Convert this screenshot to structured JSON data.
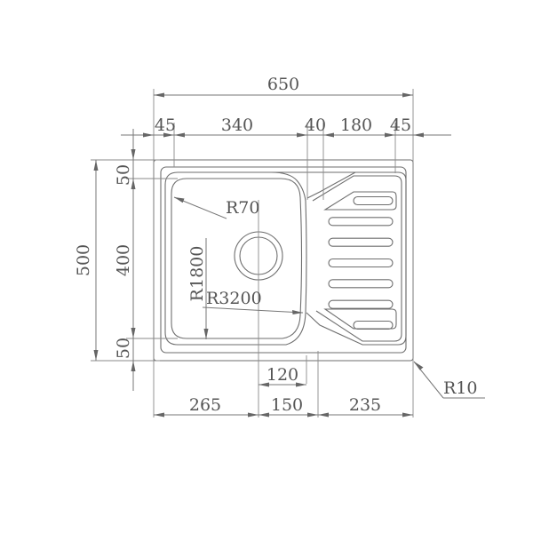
{
  "dimensions": {
    "overall_width": "650",
    "flange_left": "45",
    "bowl_width": "340",
    "gap": "40",
    "drainer_width": "180",
    "flange_right": "45",
    "overall_height": "500",
    "flange_top": "50",
    "bowl_height": "400",
    "flange_bottom": "50",
    "corner_radius": "R70",
    "radius_long": "R1800",
    "radius_wide": "R3200",
    "drain_offset": "120",
    "base_left": "265",
    "base_mid": "150",
    "base_right": "235",
    "outer_radius": "R10"
  },
  "drainer_ribs": 7
}
